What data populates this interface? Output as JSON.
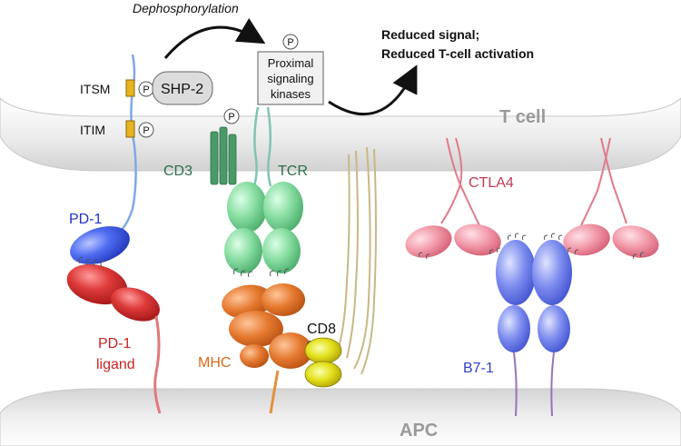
{
  "labels": {
    "dephosphorylation": "Dephosphorylation",
    "outcome_line1": "Reduced signal;",
    "outcome_line2": "Reduced T-cell activation",
    "t_cell": "T cell",
    "apc": "APC",
    "itsm": "ITSM",
    "itim": "ITIM",
    "shp2": "SHP-2",
    "p": "P",
    "kinases_line1": "Proximal",
    "kinases_line2": "signaling",
    "kinases_line3": "kinases",
    "cd3": "CD3",
    "tcr": "TCR",
    "pd1": "PD-1",
    "pd1_ligand_line1": "PD-1",
    "pd1_ligand_line2": "ligand",
    "mhc": "MHC",
    "cd8": "CD8",
    "ctla4": "CTLA4",
    "b71": "B7-1"
  },
  "colors": {
    "membrane": "#e9e9e9",
    "membrane_edge": "#c4c4c4",
    "pd1": "#2f4fe0",
    "pd1_ligand": "#d62828",
    "cd3": "#4a9a68",
    "tcr": "#7fd69a",
    "mhc": "#e0762a",
    "cd8": "#e8d20a",
    "ctla4": "#e8738a",
    "b71": "#6f7de8",
    "itsm_itim_box": "#e8b320",
    "text_tcell": "#9a9a9a",
    "text_apc": "#9a9a9a"
  }
}
